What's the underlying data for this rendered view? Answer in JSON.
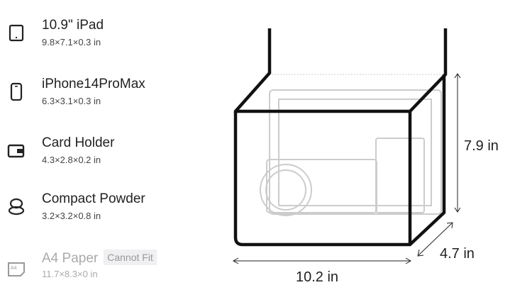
{
  "items": [
    {
      "name": "10.9\" iPad",
      "dims": "9.8×7.1×0.3 in",
      "icon": "tablet-icon"
    },
    {
      "name": "iPhone14ProMax",
      "dims": "6.3×3.1×0.3 in",
      "icon": "phone-icon"
    },
    {
      "name": "Card Holder",
      "dims": "4.3×2.8×0.2 in",
      "icon": "wallet-icon"
    },
    {
      "name": "Compact Powder",
      "dims": "3.2×3.2×0.8 in",
      "icon": "compact-icon"
    },
    {
      "name": "A4 Paper",
      "dims": "11.7×8.3×0 in",
      "icon": "paper-icon",
      "badge": "Cannot Fit",
      "paper_label": "A4"
    }
  ],
  "bag": {
    "height": "7.9 in",
    "depth": "4.7 in",
    "width": "10.2 in"
  }
}
